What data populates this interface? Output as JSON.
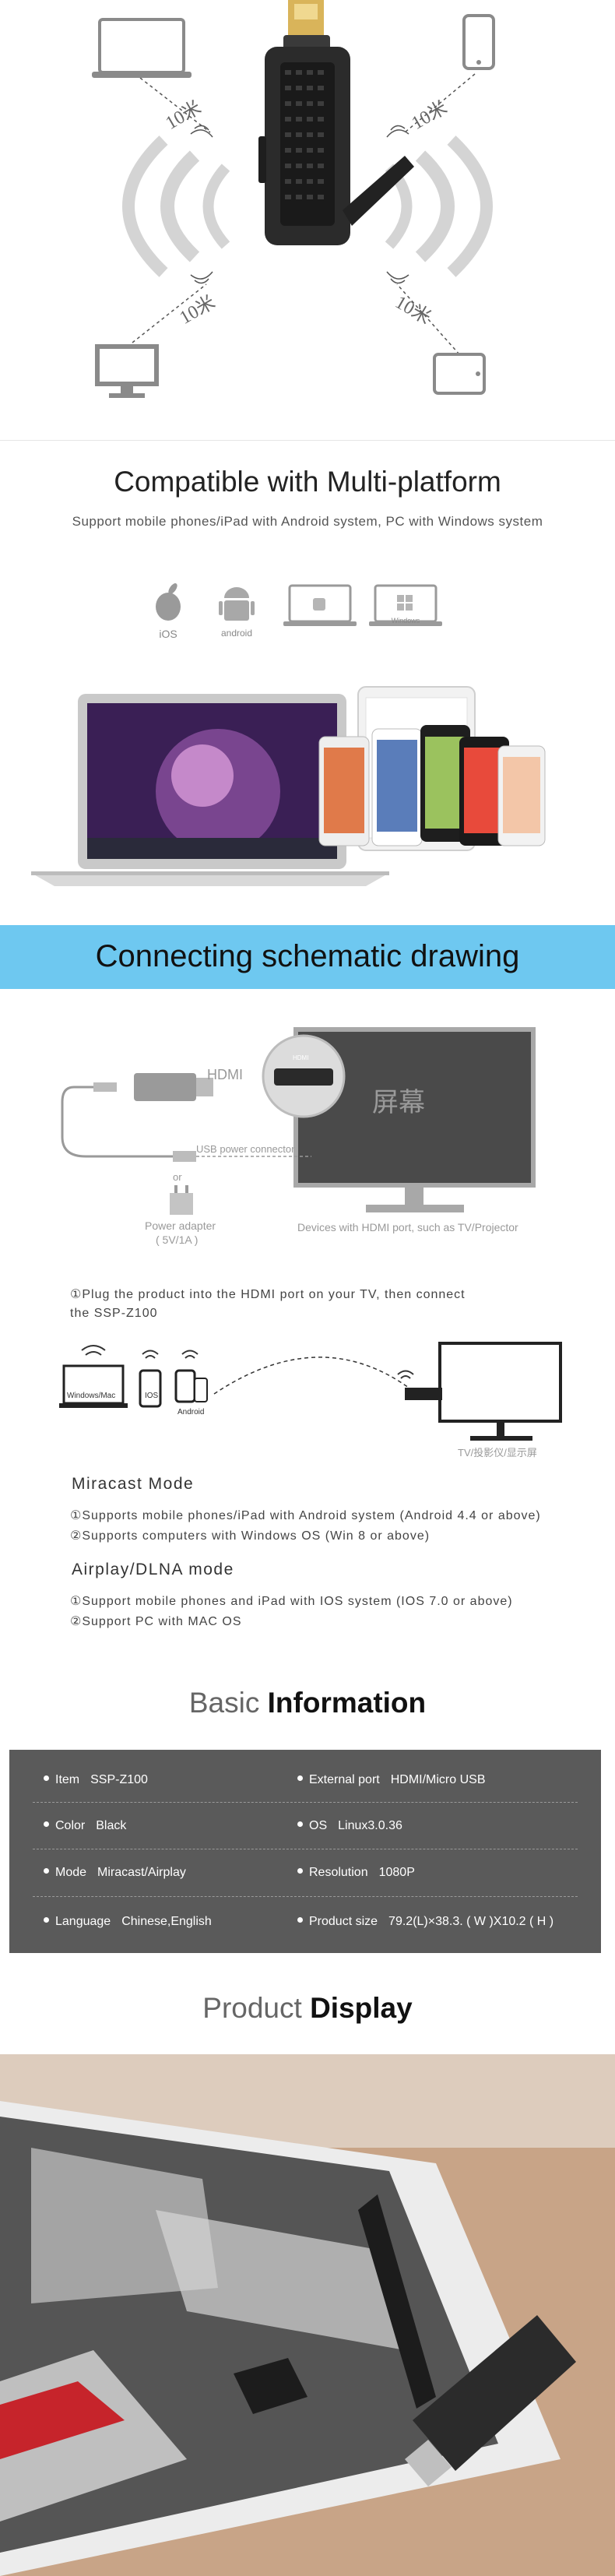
{
  "hero": {
    "distance_labels": [
      "10米",
      "10米",
      "10米",
      "10米"
    ]
  },
  "compat": {
    "title": "Compatible with Multi-platform",
    "subtitle": "Support mobile phones/iPad with Android system, PC with Windows system",
    "os_labels": [
      "iOS",
      "android",
      "",
      "Windows"
    ]
  },
  "banner": {
    "title": "Connecting schematic drawing"
  },
  "schematic": {
    "hdmi_label": "HDMI",
    "hdmi_port_label": "HDMI",
    "screen_label": "屏幕",
    "usb_label": "USB power connector",
    "or_label": "or",
    "adapter_label": "Power adapter",
    "adapter_spec": "( 5V/1A )",
    "tv_caption": "Devices with HDMI port, such as TV/Projector",
    "step1_line1": "①Plug the product into the HDMI port on your TV, then connect",
    "step1_line2": "the SSP-Z100",
    "device_labels": [
      "Windows/Mac",
      "IOS",
      "Android"
    ],
    "tv2_caption": "TV/投影仪/显示屏",
    "miracast_head": "Miracast Mode",
    "miracast_1": "①Supports mobile phones/iPad with Android system (Android 4.4 or above)",
    "miracast_2": "②Supports computers with Windows OS (Win 8 or above)",
    "airplay_head": "Airplay/DLNA mode",
    "airplay_1": "①Support mobile phones and iPad with IOS system (IOS 7.0 or above)",
    "airplay_2": "②Support PC with MAC OS"
  },
  "info": {
    "title_light": "Basic",
    "title_bold": "Information",
    "rows": [
      {
        "lk": "Item",
        "lv": "SSP-Z100",
        "rk": "External port",
        "rv": "HDMI/Micro USB"
      },
      {
        "lk": "Color",
        "lv": "Black",
        "rk": "OS",
        "rv": "Linux3.0.36"
      },
      {
        "lk": "Mode",
        "lv": "Miracast/Airplay",
        "rk": "Resolution",
        "rv": "1080P"
      },
      {
        "lk": "Language",
        "lv": "Chinese,English",
        "rk": "Product size",
        "rv": "79.2(L)×38.3. ( W )X10.2 ( H )"
      }
    ]
  },
  "display": {
    "title_light": "Product",
    "title_bold": "Display"
  },
  "colors": {
    "banner": "#6ec8f0",
    "info_bg": "#5a5a5a",
    "device_black": "#2b2b2b"
  }
}
